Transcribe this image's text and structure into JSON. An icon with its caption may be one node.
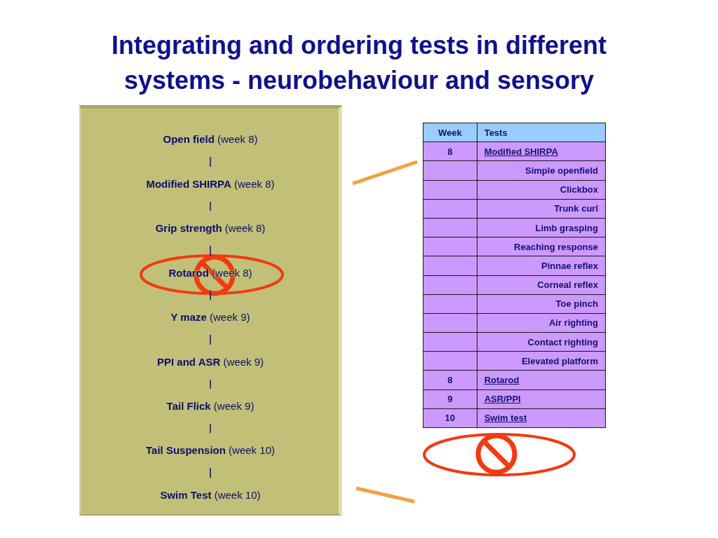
{
  "diagram": {
    "title": "Integrating and ordering tests in different systems - neurobehaviour and sensory",
    "nodes": [
      {
        "text": [],
        "shape": "box"
      },
      {
        "text": [
          "**Open field** (week 8)"
        ],
        "in": 0
      },
      {
        "text": [
          "**Modified SHIRPA** (week 8)"
        ],
        "in": 0
      },
      {
        "text": [
          "**Grip strength** (week 8)"
        ],
        "in": 0
      },
      {
        "text": [
          "**Rotarod** (week 8)"
        ],
        "in": 0
      },
      {
        "text": [
          "**Y maze** (week 9)"
        ],
        "in": 0
      },
      {
        "text": [
          "**PPI and ASR** (week 9)"
        ],
        "in": 0
      },
      {
        "text": [
          "**Tail Flick** (week 9)"
        ],
        "in": 0
      },
      {
        "text": [
          "**Tail Suspension** (week 10)"
        ],
        "in": 0
      },
      {
        "text": [
          "**Swim Test** (week 10)"
        ],
        "in": 0
      }
    ],
    "edges": [
      {
        "from": 1,
        "to": 2,
        "arrow": "none"
      },
      {
        "from": 2,
        "to": 3,
        "arrow": "none"
      },
      {
        "from": 3,
        "to": 4,
        "arrow": "none"
      },
      {
        "from": 4,
        "to": 5,
        "arrow": "none"
      },
      {
        "from": 5,
        "to": 6,
        "arrow": "none"
      },
      {
        "from": 6,
        "to": 7,
        "arrow": "none"
      },
      {
        "from": 7,
        "to": 8,
        "arrow": "none"
      },
      {
        "from": 8,
        "to": 9,
        "arrow": "none"
      }
    ],
    "labels": [
      "Week",
      "Tests",
      "8",
      "Modified SHIRPA",
      "Simple openfield",
      "Clickbox",
      "Trunk curl",
      "Limb grasping",
      "Reaching response",
      "Pinnae reflex",
      "Corneal reflex",
      "Toe pinch",
      "Air righting",
      "Contact righting",
      "Elevated platform",
      "8",
      "Rotarod",
      "9",
      "ASR/PPI",
      "10",
      "Swim test"
    ]
  }
}
